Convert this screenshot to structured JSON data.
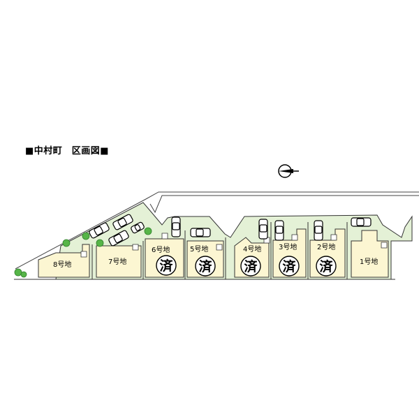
{
  "title": "■中村町　区画図■",
  "colors": {
    "house": "#fcf6d2",
    "greenery": "#e4f1d6",
    "tree": "#56b548",
    "outline": "#333333"
  },
  "lots": [
    {
      "label": "8号地",
      "status": ""
    },
    {
      "label": "7号地",
      "status": ""
    },
    {
      "label": "6号地",
      "status": "済"
    },
    {
      "label": "5号地",
      "status": "済"
    },
    {
      "label": "4号地",
      "status": "済"
    },
    {
      "label": "3号地",
      "status": "済"
    },
    {
      "label": "2号地",
      "status": "済"
    },
    {
      "label": "1号地",
      "status": ""
    }
  ],
  "north_arrow": {
    "icon": "compass-arrow-icon"
  }
}
